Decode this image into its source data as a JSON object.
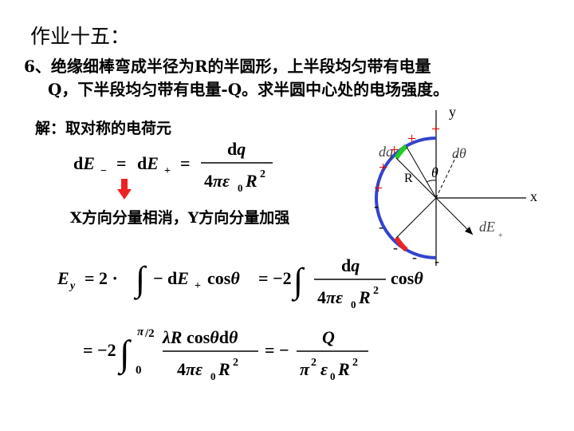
{
  "slide": {
    "title": "作业十五：",
    "problem_line1": "6、绝缘细棒弯成半径为R的半圆形，上半段均匀带有电量",
    "problem_line2": "Q，下半段均匀带有电量-Q。求半圆中心处的电场强度。",
    "solution_intro": "解：取对称的电荷元",
    "conclusion": "X方向分量相消，Y方向分量加强"
  },
  "eq1": {
    "lhs": "dE",
    "minus_sub": "−",
    "plus_sub": "+",
    "numerator": "dq",
    "denominator": "4πε₀R²"
  },
  "eq2": {
    "text": "E_y = 2·∫ −dE₊ cosθ = −2∫ dq/(4πε₀R²) cosθ"
  },
  "eq3": {
    "upper_limit": "π/2",
    "lower_limit": "0",
    "integrand_numerator": "λR cosθ dθ",
    "result_numerator": "Q",
    "result_denominator": "π²ε₀R²"
  },
  "diagram": {
    "x_axis_label": "x",
    "y_axis_label": "y",
    "radius_label": "R",
    "dq_label": "dq",
    "dtheta_label": "dθ",
    "theta_label": "θ",
    "dE_plus_label": "dE",
    "plus_sign": "+",
    "minus_sign": "-",
    "colors": {
      "arc": "#3344cc",
      "positive_element": "#22cc22",
      "negative_element": "#ee2222",
      "plus_sign": "#dd0000",
      "axes": "#000000"
    }
  }
}
